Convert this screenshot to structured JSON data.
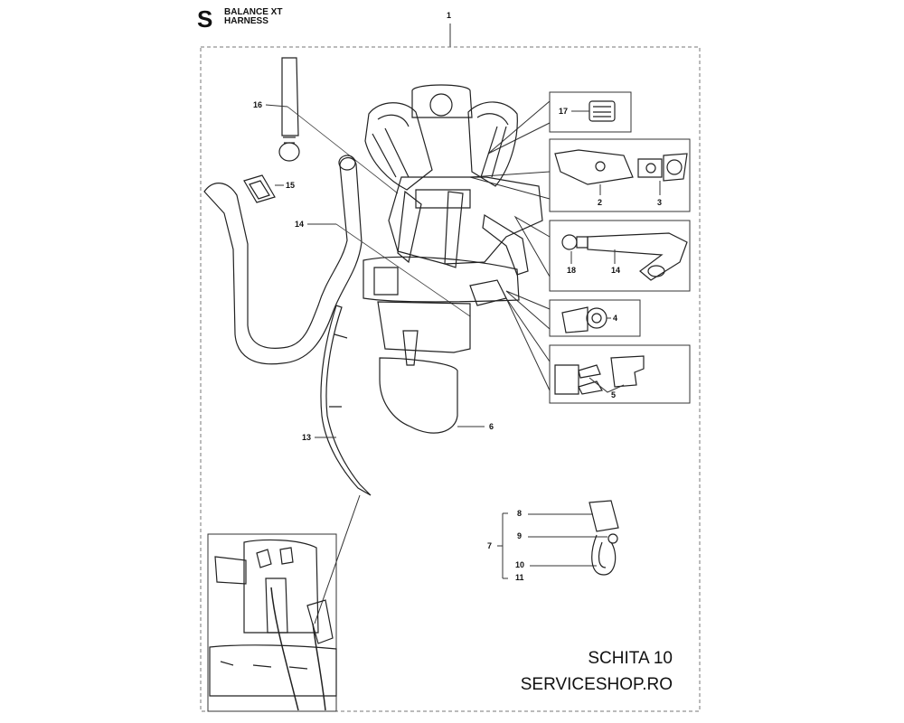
{
  "header": {
    "section_letter": "S",
    "title_line1": "BALANCE XT",
    "title_line2": "HARNESS"
  },
  "callouts": {
    "c1": "1",
    "c2": "2",
    "c3": "3",
    "c4": "4",
    "c5": "5",
    "c6": "6",
    "c7": "7",
    "c8": "8",
    "c9": "9",
    "c10": "10",
    "c11": "11",
    "c13": "13",
    "c14a": "14",
    "c14b": "14",
    "c15": "15",
    "c16": "16",
    "c17": "17",
    "c18": "18"
  },
  "footer": {
    "sheet": "SCHITA 10",
    "site": "SERVICESHOP.RO"
  }
}
